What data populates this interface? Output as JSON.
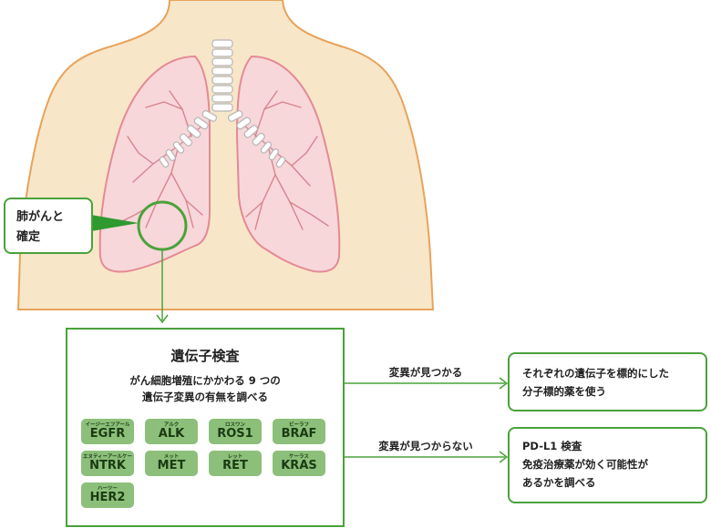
{
  "callout": {
    "lines": [
      "肺がんと",
      "確定"
    ]
  },
  "test": {
    "title": "遺伝子検査",
    "description_lines": [
      "がん細胞増殖にかかわる 9 つの",
      "遺伝子変異の有無を調べる"
    ],
    "genes": [
      {
        "ruby": "イージーエフアール",
        "name": "EGFR"
      },
      {
        "ruby": "アルク",
        "name": "ALK"
      },
      {
        "ruby": "ロスワン",
        "name": "ROS1"
      },
      {
        "ruby": "ビーラフ",
        "name": "BRAF"
      },
      {
        "ruby": "エヌティーアールケー",
        "name": "NTRK"
      },
      {
        "ruby": "メット",
        "name": "MET"
      },
      {
        "ruby": "レット",
        "name": "RET"
      },
      {
        "ruby": "ケーラス",
        "name": "KRAS"
      },
      {
        "ruby": "ハーツー",
        "name": "HER2"
      }
    ]
  },
  "branches": [
    {
      "label": "変異が見つかる",
      "result_lines": [
        "それぞれの遺伝子を標的にした",
        "分子標的薬を使う"
      ]
    },
    {
      "label": "変異が見つからない",
      "result_lines": [
        "PD-L1 検査",
        "免疫治療薬が効く可能性が",
        "あるかを調べる"
      ]
    }
  ],
  "colors": {
    "accent_green": "#4aa23a",
    "gene_chip": "#8cc07a",
    "skin": "#f8e6c9",
    "skin_outline": "#e8a35a",
    "lung_fill": "#f7d7da",
    "lung_outline": "#e48a95"
  }
}
